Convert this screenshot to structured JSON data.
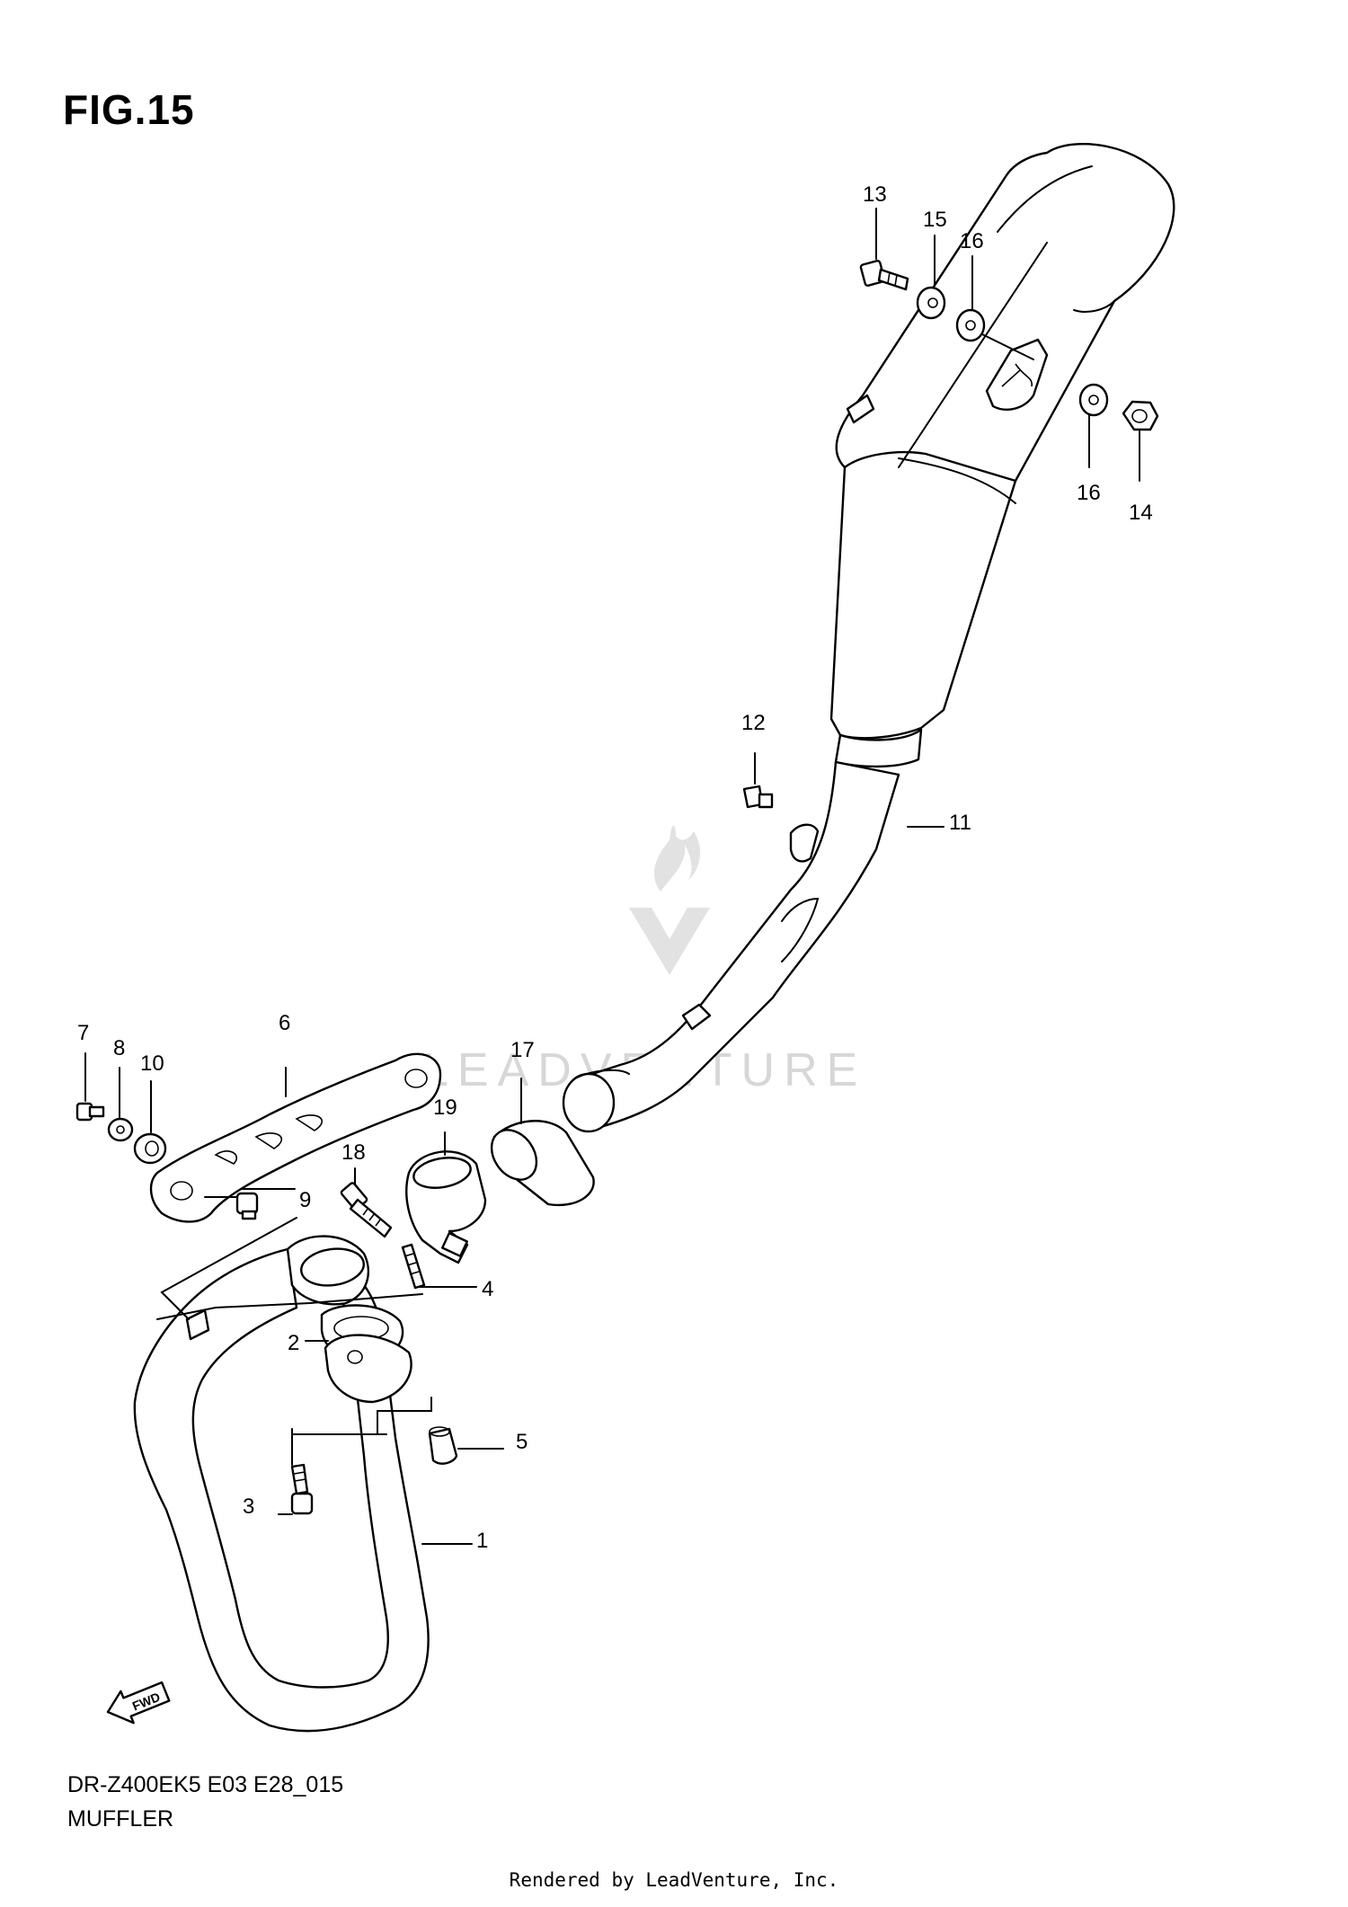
{
  "figure": {
    "title": "FIG.15",
    "model_code": "DR-Z400EK5 E03 E28_015",
    "caption": "MUFFLER",
    "footer": "Rendered by LeadVenture, Inc.",
    "watermark": "LEADVENTURE",
    "direction_label": "FWD"
  },
  "callouts": [
    {
      "id": "1",
      "label": "1"
    },
    {
      "id": "2",
      "label": "2"
    },
    {
      "id": "3",
      "label": "3"
    },
    {
      "id": "4",
      "label": "4"
    },
    {
      "id": "5",
      "label": "5"
    },
    {
      "id": "6",
      "label": "6"
    },
    {
      "id": "7",
      "label": "7"
    },
    {
      "id": "8",
      "label": "8"
    },
    {
      "id": "9",
      "label": "9"
    },
    {
      "id": "10",
      "label": "10"
    },
    {
      "id": "11",
      "label": "11"
    },
    {
      "id": "12",
      "label": "12"
    },
    {
      "id": "13",
      "label": "13"
    },
    {
      "id": "14",
      "label": "14"
    },
    {
      "id": "15",
      "label": "15"
    },
    {
      "id": "16a",
      "label": "16"
    },
    {
      "id": "16b",
      "label": "16"
    },
    {
      "id": "17",
      "label": "17"
    },
    {
      "id": "18",
      "label": "18"
    },
    {
      "id": "19",
      "label": "19"
    }
  ]
}
